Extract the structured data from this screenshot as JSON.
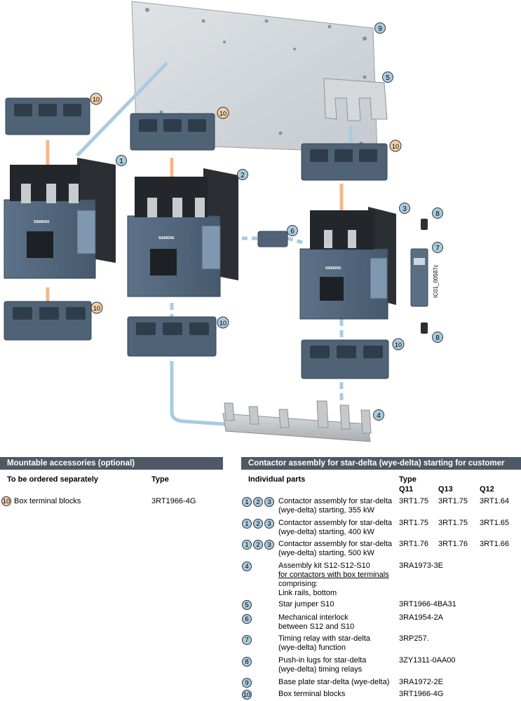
{
  "figure": {
    "ref_code": "IC01_00587c",
    "logo": "SIEMENS",
    "callouts": [
      "1",
      "2",
      "3",
      "4",
      "5",
      "6",
      "7",
      "8",
      "9",
      "10"
    ]
  },
  "colors": {
    "bar_bg": "#4d5a66",
    "badge_blue": "#a9cbe0",
    "badge_orange": "#f6cfa8",
    "leader_blue": "#a9cbe0",
    "leader_orange": "#f5b88a"
  },
  "left": {
    "bar_title": "Mountable accessories (optional)",
    "col_item": "To be ordered separately",
    "col_type": "Type",
    "rows": [
      {
        "badge": "10",
        "label": "Box terminal blocks",
        "type": "3RT1966-4G"
      }
    ]
  },
  "right": {
    "bar_title": "Contactor assembly for star-delta (wye-delta) starting for customer assembly",
    "col_item": "Individual parts",
    "col_type": "Type",
    "sub_cols": [
      "Q11",
      "Q13",
      "Q12"
    ],
    "rows": [
      {
        "badges": [
          "1",
          "2",
          "3"
        ],
        "lines": [
          "Contactor assembly for star-delta",
          "(wye-delta) starting, 355 kW"
        ],
        "q11": "3RT1.75",
        "q13": "3RT1.75",
        "q12": "3RT1.64"
      },
      {
        "badges": [
          "1",
          "2",
          "3"
        ],
        "lines": [
          "Contactor assembly for star-delta",
          "(wye-delta) starting, 400 kW"
        ],
        "q11": "3RT1.75",
        "q13": "3RT1.75",
        "q12": "3RT1.65"
      },
      {
        "badges": [
          "1",
          "2",
          "3"
        ],
        "lines": [
          "Contactor assembly for star-delta",
          "(wye-delta) starting, 500 kW"
        ],
        "q11": "3RT1.76",
        "q13": "3RT1.76",
        "q12": "3RT1.66"
      },
      {
        "badges": [
          "4"
        ],
        "lines": [
          "Assembly kit S12-S12-S10",
          "for contactors with box terminals",
          "comprising:",
          "Link rails, bottom"
        ],
        "q11": "3RA1973-3E"
      },
      {
        "badges": [
          "5"
        ],
        "lines": [
          "Star jumper S10"
        ],
        "q11": "3RT1966-4BA31"
      },
      {
        "badges": [
          "6"
        ],
        "lines": [
          "Mechanical interlock",
          "between S12 and S10"
        ],
        "q11": "3RA1954-2A"
      },
      {
        "badges": [
          "7"
        ],
        "lines": [
          "Timing relay with star-delta",
          "(wye-delta) function"
        ],
        "q11": "3RP257."
      },
      {
        "badges": [
          "8"
        ],
        "lines": [
          "Push-in lugs for star-delta",
          "(wye-delta) timing relays"
        ],
        "q11": "3ZY1311-0AA00"
      },
      {
        "badges": [
          "9"
        ],
        "lines": [
          "Base plate star-delta (wye-delta)"
        ],
        "q11": "3RA1972-2E"
      },
      {
        "badges": [
          "10"
        ],
        "lines": [
          "Box terminal blocks"
        ],
        "q11": "3RT1966-4G"
      }
    ]
  }
}
